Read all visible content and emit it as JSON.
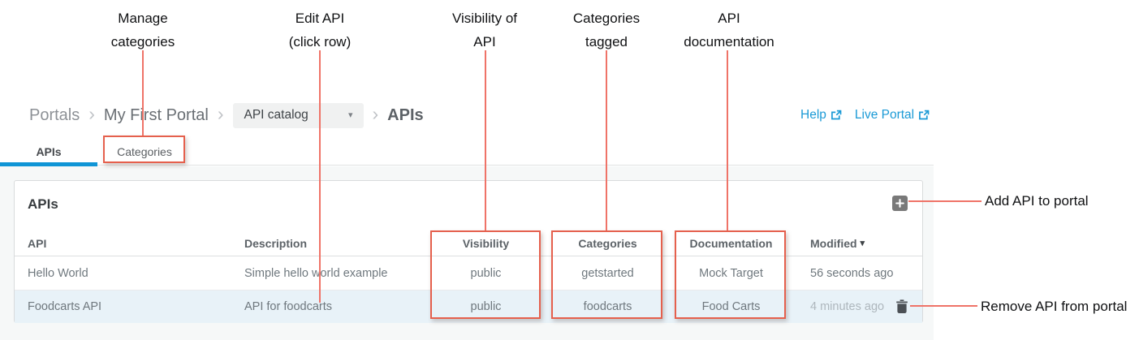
{
  "annotations": {
    "top": [
      {
        "label": "Manage\ncategories"
      },
      {
        "label": "Edit API\n(click row)"
      },
      {
        "label": "Visibility of\nAPI"
      },
      {
        "label": "Categories\ntagged"
      },
      {
        "label": "API\ndocumentation"
      }
    ],
    "right": [
      {
        "label": "Add API to portal"
      },
      {
        "label": "Remove API from portal"
      }
    ]
  },
  "breadcrumb": {
    "root": "Portals",
    "separator": "›",
    "portal": "My First Portal",
    "catalog": "API catalog",
    "current": "APIs"
  },
  "header_links": [
    {
      "label": "Help"
    },
    {
      "label": "Live Portal"
    }
  ],
  "tabs": [
    {
      "label": "APIs",
      "active": true
    },
    {
      "label": "Categories",
      "active": false
    }
  ],
  "panel": {
    "title": "APIs",
    "table": {
      "columns": [
        "API",
        "Description",
        "Visibility",
        "Categories",
        "Documentation",
        "Modified"
      ],
      "sort_column": "Modified",
      "sort_direction": "desc",
      "rows": [
        {
          "api": "Hello World",
          "description": "Simple hello world example",
          "visibility": "public",
          "categories": "getstarted",
          "documentation": "Mock Target",
          "modified": "56 seconds ago",
          "highlighted": false
        },
        {
          "api": "Foodcarts API",
          "description": "API for foodcarts",
          "visibility": "public",
          "categories": "foodcarts",
          "documentation": "Food Carts",
          "modified": "4 minutes ago",
          "highlighted": true
        }
      ]
    }
  },
  "icons": {
    "chevron_down": "▾",
    "sort_desc": "▾"
  },
  "colors": {
    "accent_blue": "#1095d6",
    "link_blue": "#1b9ad6",
    "annotation_red": "#e5604d",
    "row_highlight": "#e8f2f8",
    "content_background": "#f6f8f8"
  }
}
